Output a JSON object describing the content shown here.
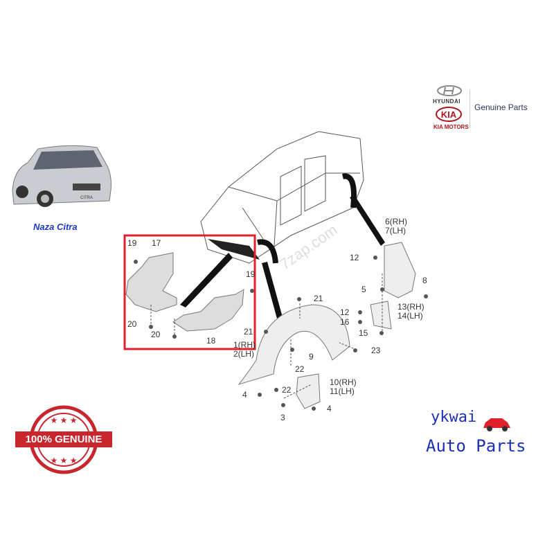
{
  "brand": {
    "hyundai": "HYUNDAI",
    "kia": "KIA",
    "kia_motors": "KIA MOTORS",
    "tagline": "Genuine Parts"
  },
  "car_model": "Naza Citra",
  "car_badge": "CITRA",
  "watermark": "7zap.com",
  "genuine_badge": "100% GENUINE",
  "seller": {
    "line1": "ykwai",
    "line2": "Auto Parts"
  },
  "highlight_color": "#e0202a",
  "callouts": {
    "c19a": "19",
    "c17": "17",
    "c19b": "19",
    "c20a": "20",
    "c20b": "20",
    "c18": "18",
    "c21a": "21",
    "c21b": "21",
    "c1": "1(RH)",
    "c2": "2(LH)",
    "c22a": "22",
    "c9": "9",
    "c22b": "22",
    "c4a": "4",
    "c3": "3",
    "c4b": "4",
    "c10": "10(RH)",
    "c11": "11(LH)",
    "c23": "23",
    "c6": "6(RH)",
    "c7": "7(LH)",
    "c12a": "12",
    "c5": "5",
    "c8": "8",
    "c12b": "12",
    "c16": "16",
    "c13": "13(RH)",
    "c14": "14(LH)",
    "c15": "15"
  }
}
